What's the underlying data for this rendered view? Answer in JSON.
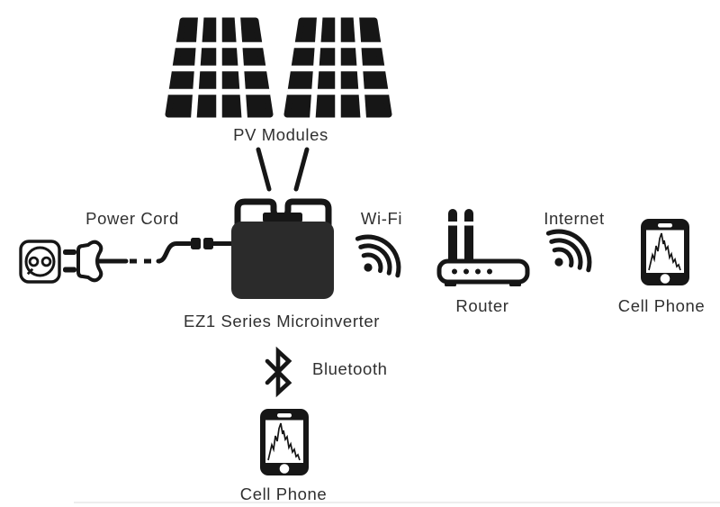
{
  "colors": {
    "background": "#ffffff",
    "ink": "#161616",
    "inverter_body": "#2b2b2b",
    "text": "#303030"
  },
  "labels": {
    "pv_modules": "PV Modules",
    "power_cord": "Power Cord",
    "wifi": "Wi-Fi",
    "internet": "Internet",
    "router": "Router",
    "cell_phone_wifi": "Cell Phone",
    "microinverter": "EZ1 Series Microinverter",
    "bluetooth": "Bluetooth",
    "cell_phone_bluetooth": "Cell Phone"
  },
  "icons": {
    "pv_module_left": "solar-panel",
    "pv_module_right": "solar-panel",
    "outlet": "eu-power-outlet",
    "plug": "power-plug",
    "microinverter": "microinverter-box",
    "wifi_signal": "wireless-signal",
    "internet_signal": "wireless-signal",
    "router": "wireless-router",
    "cell_phone_wifi": "smartphone-with-chart",
    "cell_phone_bluetooth": "smartphone-with-chart",
    "bluetooth": "bluetooth-symbol"
  }
}
